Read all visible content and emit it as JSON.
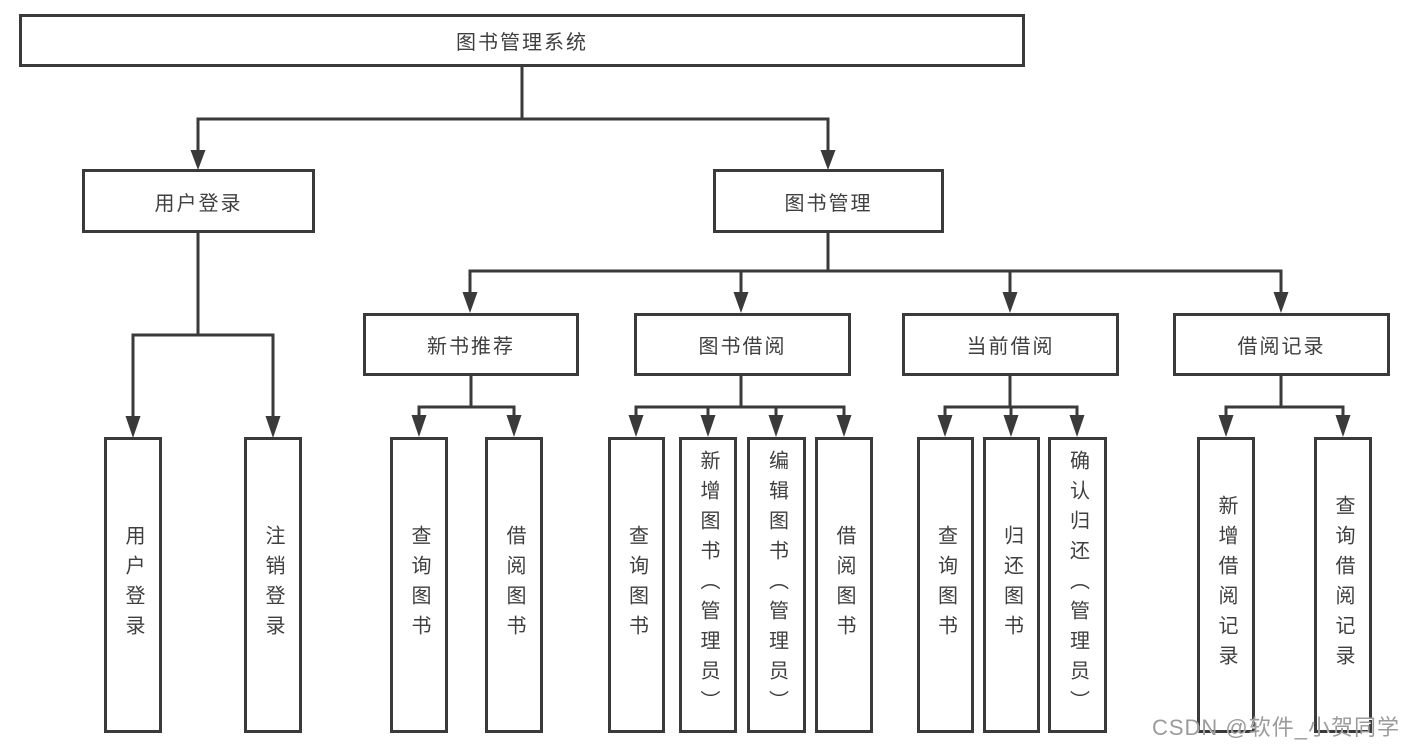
{
  "colors": {
    "line": "#3a3a3a",
    "text": "#3f3f3f",
    "box_background": "#ffffff",
    "watermark": "#9b9b9b"
  },
  "tree": {
    "root": {
      "label": "图书管理系统"
    },
    "branches": [
      {
        "label": "用户登录",
        "children": [
          {
            "label": "用户登录"
          },
          {
            "label": "注销登录"
          }
        ]
      },
      {
        "label": "图书管理",
        "children": [
          {
            "label": "新书推荐",
            "children": [
              {
                "label": "查询图书"
              },
              {
                "label": "借阅图书"
              }
            ]
          },
          {
            "label": "图书借阅",
            "children": [
              {
                "label": "查询图书"
              },
              {
                "label": "新增图书（管理员）"
              },
              {
                "label": "编辑图书（管理员）"
              },
              {
                "label": "借阅图书"
              }
            ]
          },
          {
            "label": "当前借阅",
            "children": [
              {
                "label": "查询图书"
              },
              {
                "label": "归还图书"
              },
              {
                "label": "确认归还（管理员）"
              }
            ]
          },
          {
            "label": "借阅记录",
            "children": [
              {
                "label": "新增借阅记录"
              },
              {
                "label": "查询借阅记录"
              }
            ]
          }
        ]
      }
    ]
  },
  "watermark": {
    "text": "CSDN @软件_小贺同学"
  }
}
